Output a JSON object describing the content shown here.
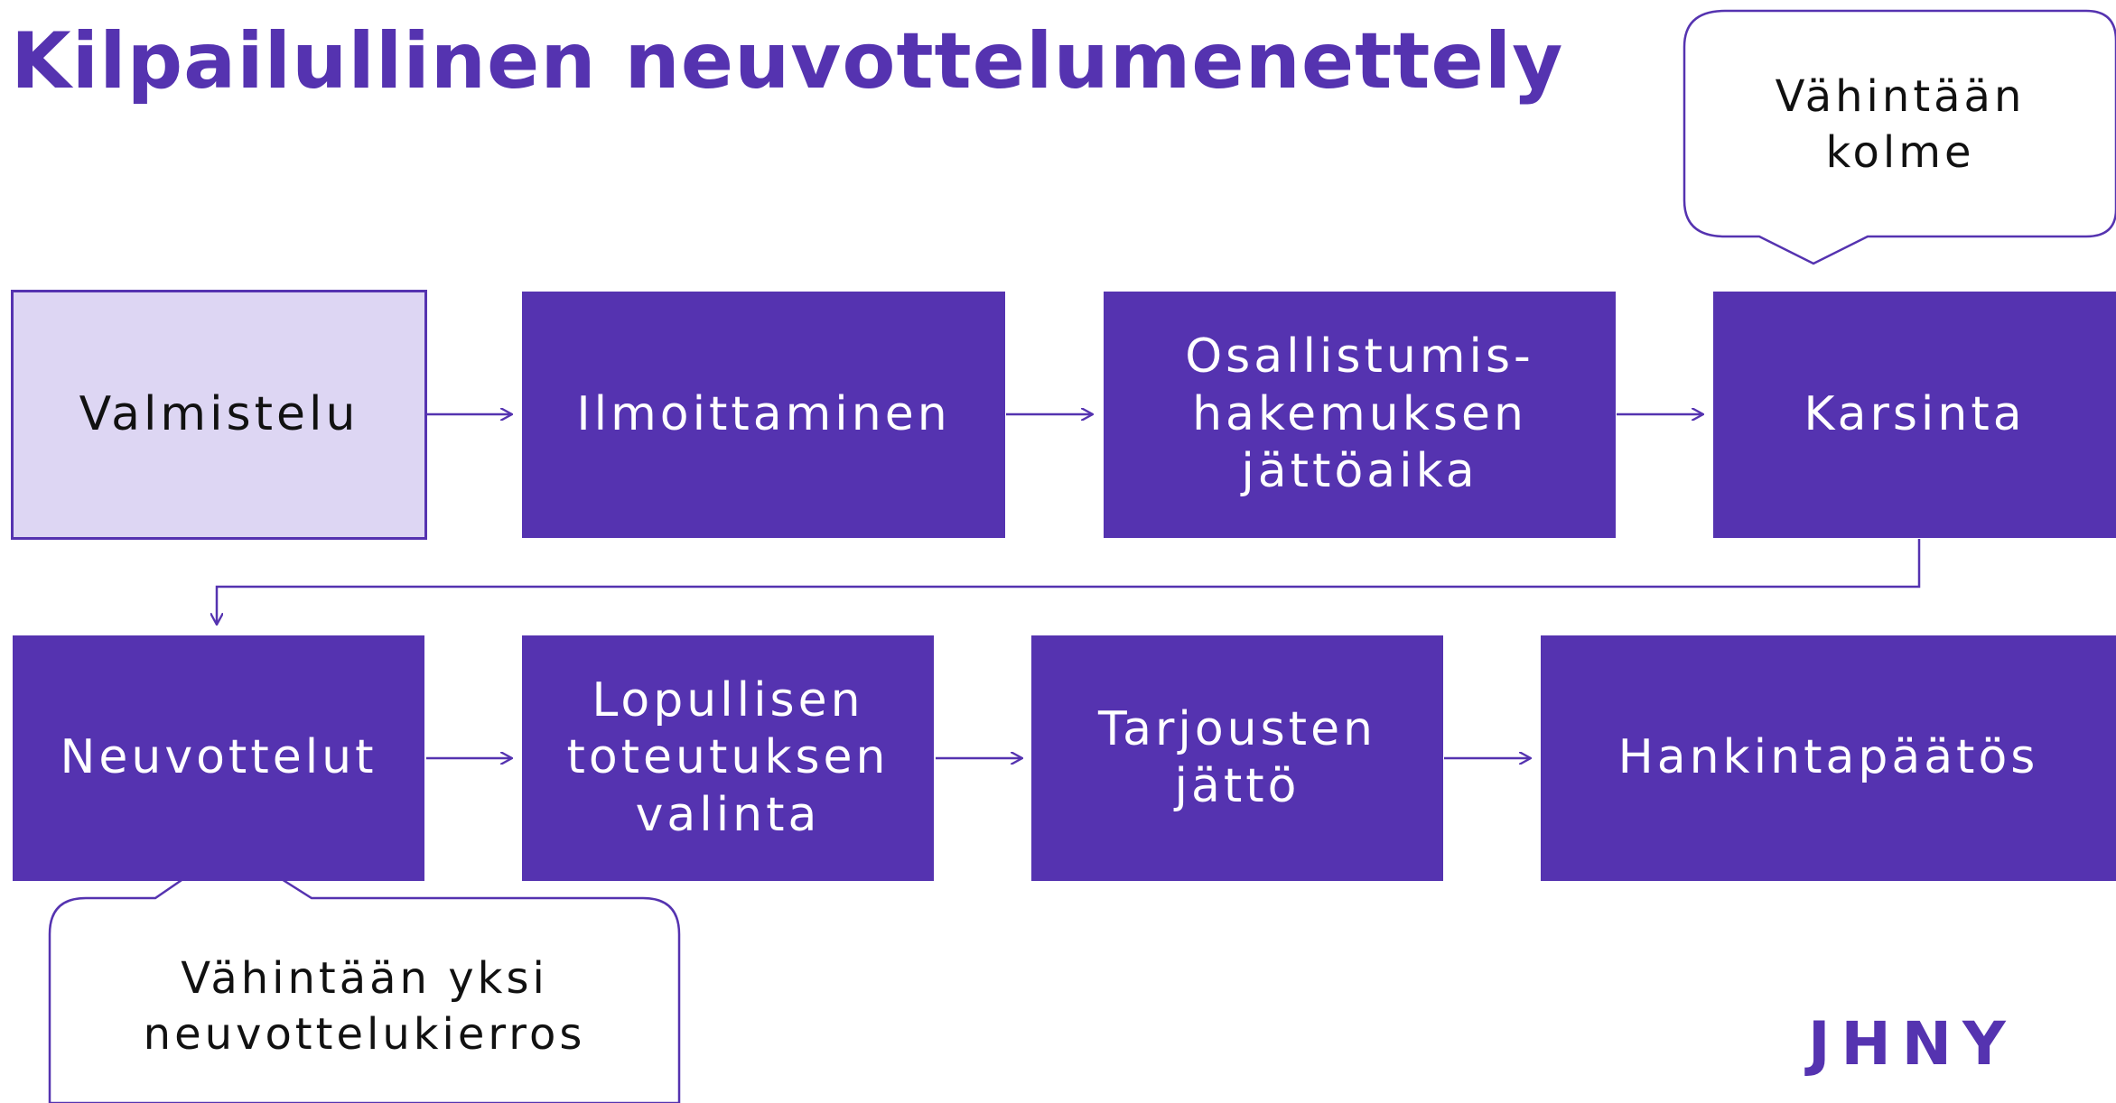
{
  "title": "Kilpailullinen neuvottelumenettely",
  "steps": [
    {
      "label": "Valmistelu"
    },
    {
      "label": "Ilmoittaminen"
    },
    {
      "label": "Osallistumis-\nhakemuksen\njättöaika"
    },
    {
      "label": "Karsinta"
    },
    {
      "label": "Neuvottelut"
    },
    {
      "label": "Lopullisen\ntoteutuksen\nvalinta"
    },
    {
      "label": "Tarjousten\njättö"
    },
    {
      "label": "Hankintapäätös"
    }
  ],
  "callouts": {
    "top": "Vähintään\nkolme",
    "bottom": "Vähintään yksi\nneuvottelukierros"
  },
  "logo": "JHNY",
  "colors": {
    "primary": "#5533b0",
    "light": "#ddd6f3"
  }
}
